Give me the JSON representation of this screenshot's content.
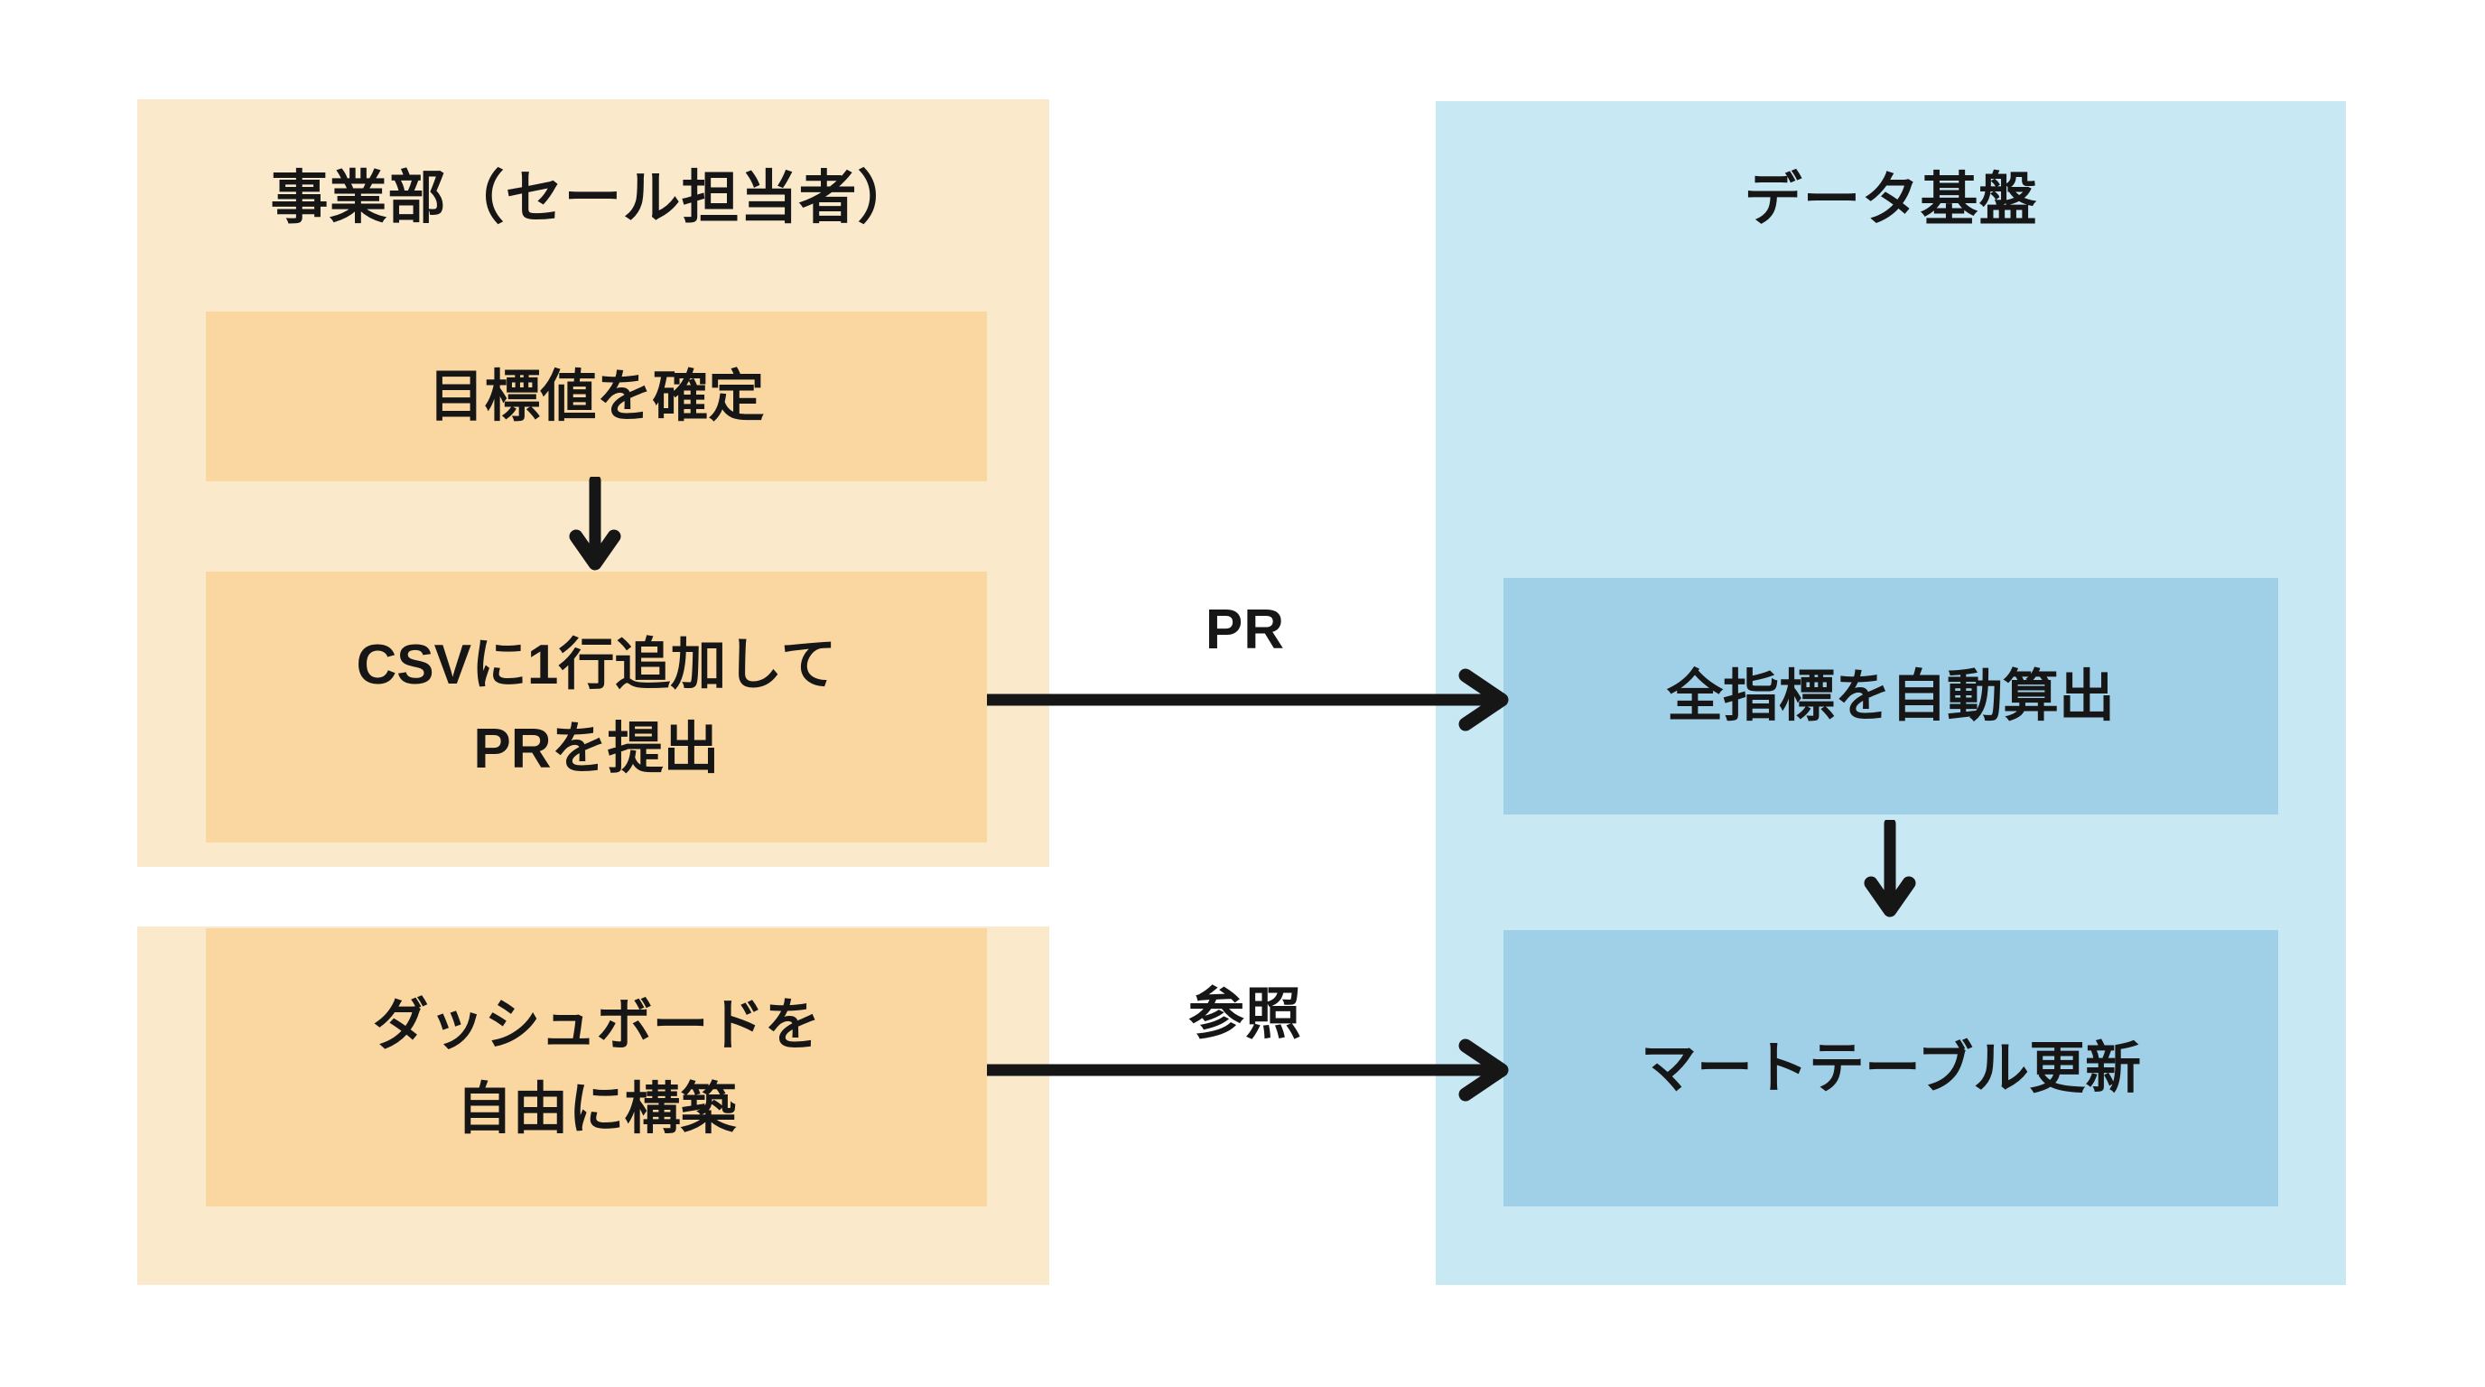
{
  "colors": {
    "canvas_bg": "#ffffff",
    "left_panel_bg": "#fbe9cc",
    "left_box_bg": "#fad7a0",
    "right_panel_bg": "#c8e8f4",
    "right_box_bg": "#a0d0e7",
    "ink": "#161616"
  },
  "lanes": {
    "business": {
      "title": "事業部（セール担当者）",
      "boxes": {
        "set_target": "目標値を確定",
        "submit_pr": "CSVに1行追加して\nPRを提出",
        "build_dashboard": "ダッシュボードを\n自由に構築"
      }
    },
    "data_platform": {
      "title": "データ基盤",
      "boxes": {
        "auto_calc": "全指標を自動算出",
        "mart_update": "マートテーブル更新"
      }
    }
  },
  "arrows": {
    "pr_label": "PR",
    "reference_label": "参照"
  }
}
